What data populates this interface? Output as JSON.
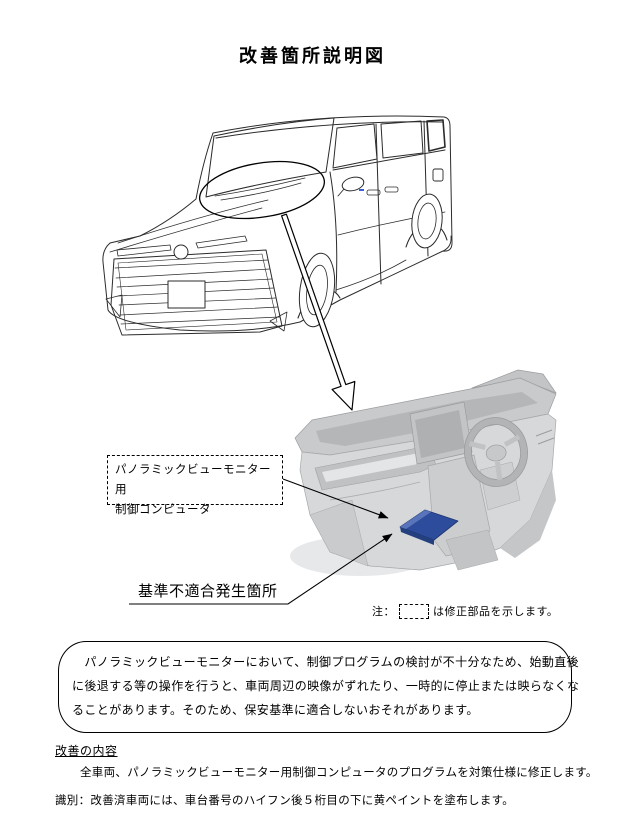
{
  "title": "改善箇所説明図",
  "diagram": {
    "part_label_line1": "パノラミックビューモニター用",
    "part_label_line2": "制御コンピュータ",
    "defect_label": "基準不適合発生箇所",
    "note_prefix": "注：",
    "note_suffix": "は修正部品を示します。"
  },
  "description_box": {
    "line1": "　パノラミックビューモニターにおいて、制御プログラムの検討が不十分なため、始動直後",
    "line2": "に後退する等の操作を行うと、車両周辺の映像がずれたり、一時的に停止または映らなくな",
    "line3": "ることがあります。そのため、保安基準に適合しないおそれがあります。"
  },
  "improvement": {
    "heading": "改善の内容",
    "body": "全車両、パノラミックビューモニター用制御コンピュータのプログラムを対策仕様に修正します。"
  },
  "identification": "識別：改善済車両には、車台番号のハイフン後５桁目の下に黄ペイントを塗布します。",
  "colors": {
    "highlight_part": "#2e4c9c",
    "highlight_part_light": "#5a74bb",
    "line": "#000000",
    "dashboard_gray": "#d6d8da",
    "page_background": "#ffffff"
  }
}
